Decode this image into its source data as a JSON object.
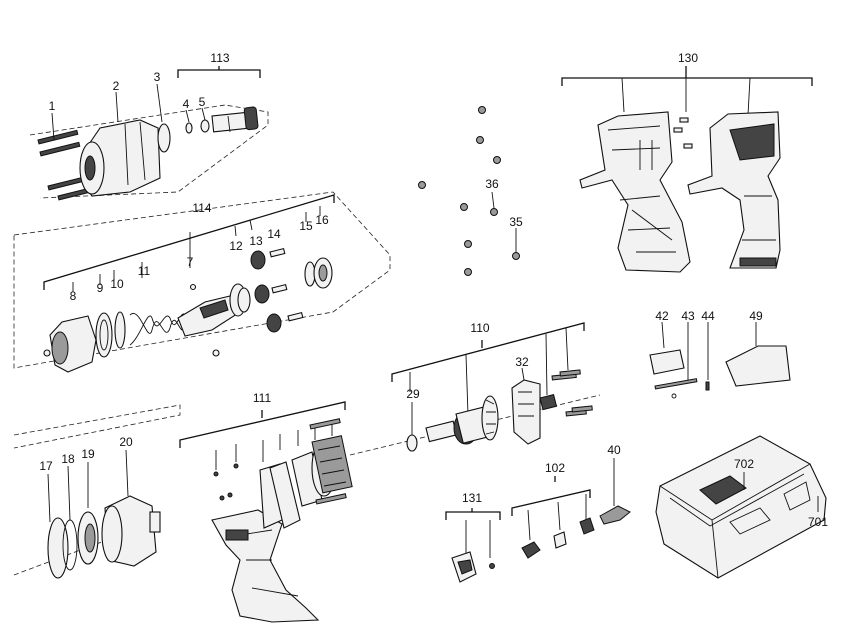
{
  "labels": {
    "l1": "1",
    "l2": "2",
    "l3": "3",
    "l4": "4",
    "l5": "5",
    "l113": "113",
    "l130": "130",
    "l114": "114",
    "l7": "7",
    "l8": "8",
    "l9": "9",
    "l10": "10",
    "l11": "11",
    "l12": "12",
    "l13": "13",
    "l14": "14",
    "l15": "15",
    "l16": "16",
    "l36": "36",
    "l35": "35",
    "l42": "42",
    "l43": "43",
    "l44": "44",
    "l49": "49",
    "l110": "110",
    "l32": "32",
    "l29": "29",
    "l111": "111",
    "l17": "17",
    "l18": "18",
    "l19": "19",
    "l20": "20",
    "l131": "131",
    "l102": "102",
    "l40": "40",
    "l702": "702",
    "l701": "701"
  }
}
